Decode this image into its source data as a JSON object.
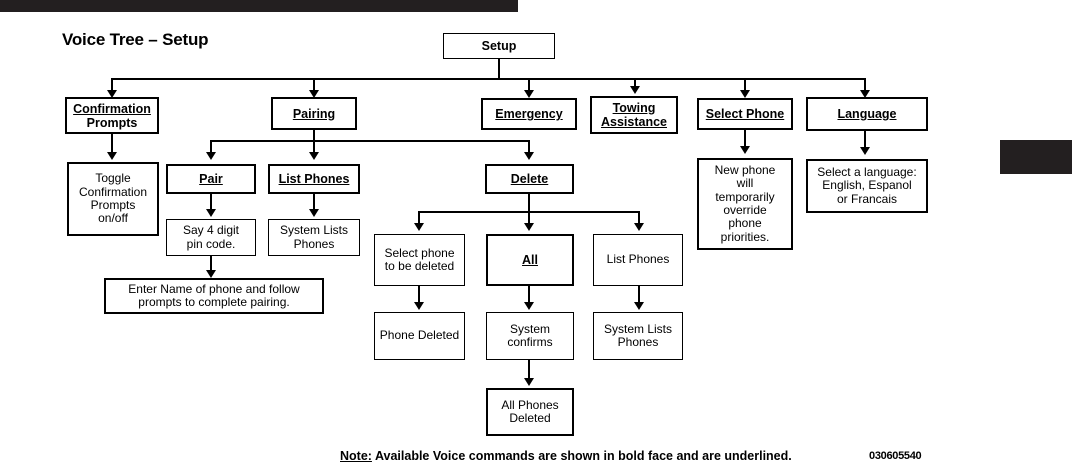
{
  "page": {
    "title": "Voice Tree – Setup",
    "document_code": "030605540"
  },
  "footer": {
    "note_label": "Note:",
    "note_text": " Available Voice commands are shown in bold face and are underlined."
  },
  "diagram": {
    "type": "flowchart",
    "root": "Setup",
    "nodes": {
      "setup": "Setup",
      "confirmation_prompts_l1": "Confirmation",
      "confirmation_prompts_l2": "Prompts",
      "pairing": "Pairing",
      "emergency": "Emergency",
      "towing_l1": "Towing",
      "towing_l2": "Assistance",
      "select_phone": "Select Phone",
      "language": "Language",
      "toggle_confirmation": "Toggle\nConfirmation\nPrompts\non/off",
      "pair": "Pair",
      "list_phones_pairing": "List Phones",
      "say_pin": "Say 4 digit\npin code.",
      "system_lists_phones_pairing": "System Lists\nPhones",
      "enter_name": "Enter Name of phone and follow\nprompts to complete pairing.",
      "delete": "Delete",
      "select_phone_delete": "Select phone\nto be deleted",
      "all": "All",
      "list_phones_delete": "List Phones",
      "phone_deleted": "Phone Deleted",
      "system_confirms": "System\nconfirms",
      "system_lists_phones_delete": "System Lists\nPhones",
      "all_phones_deleted": "All Phones\nDeleted",
      "new_phone_override": "New phone\nwill\ntemporarily\noverride\nphone\npriorities.",
      "select_language": "Select a language:\nEnglish, Espanol\nor Francais"
    },
    "voice_commands": [
      "Confirmation Prompts",
      "Pairing",
      "Emergency",
      "Towing Assistance",
      "Select Phone",
      "Language",
      "Pair",
      "List Phones",
      "Delete",
      "All"
    ],
    "edges": [
      {
        "from": "setup",
        "to": "confirmation_prompts"
      },
      {
        "from": "setup",
        "to": "pairing"
      },
      {
        "from": "setup",
        "to": "emergency"
      },
      {
        "from": "setup",
        "to": "towing_assistance"
      },
      {
        "from": "setup",
        "to": "select_phone"
      },
      {
        "from": "setup",
        "to": "language"
      },
      {
        "from": "confirmation_prompts",
        "to": "toggle_confirmation"
      },
      {
        "from": "pairing",
        "to": "pair"
      },
      {
        "from": "pairing",
        "to": "list_phones_pairing"
      },
      {
        "from": "pairing",
        "to": "delete"
      },
      {
        "from": "pair",
        "to": "say_pin"
      },
      {
        "from": "list_phones_pairing",
        "to": "system_lists_phones_pairing"
      },
      {
        "from": "say_pin",
        "to": "enter_name"
      },
      {
        "from": "delete",
        "to": "select_phone_delete"
      },
      {
        "from": "delete",
        "to": "all"
      },
      {
        "from": "delete",
        "to": "list_phones_delete"
      },
      {
        "from": "select_phone_delete",
        "to": "phone_deleted"
      },
      {
        "from": "all",
        "to": "system_confirms"
      },
      {
        "from": "list_phones_delete",
        "to": "system_lists_phones_delete"
      },
      {
        "from": "system_confirms",
        "to": "all_phones_deleted"
      },
      {
        "from": "select_phone",
        "to": "new_phone_override"
      },
      {
        "from": "language",
        "to": "select_language"
      }
    ],
    "colors": {
      "line": "#000000",
      "box_fill": "#ffffff",
      "bar": "#231f20"
    }
  }
}
